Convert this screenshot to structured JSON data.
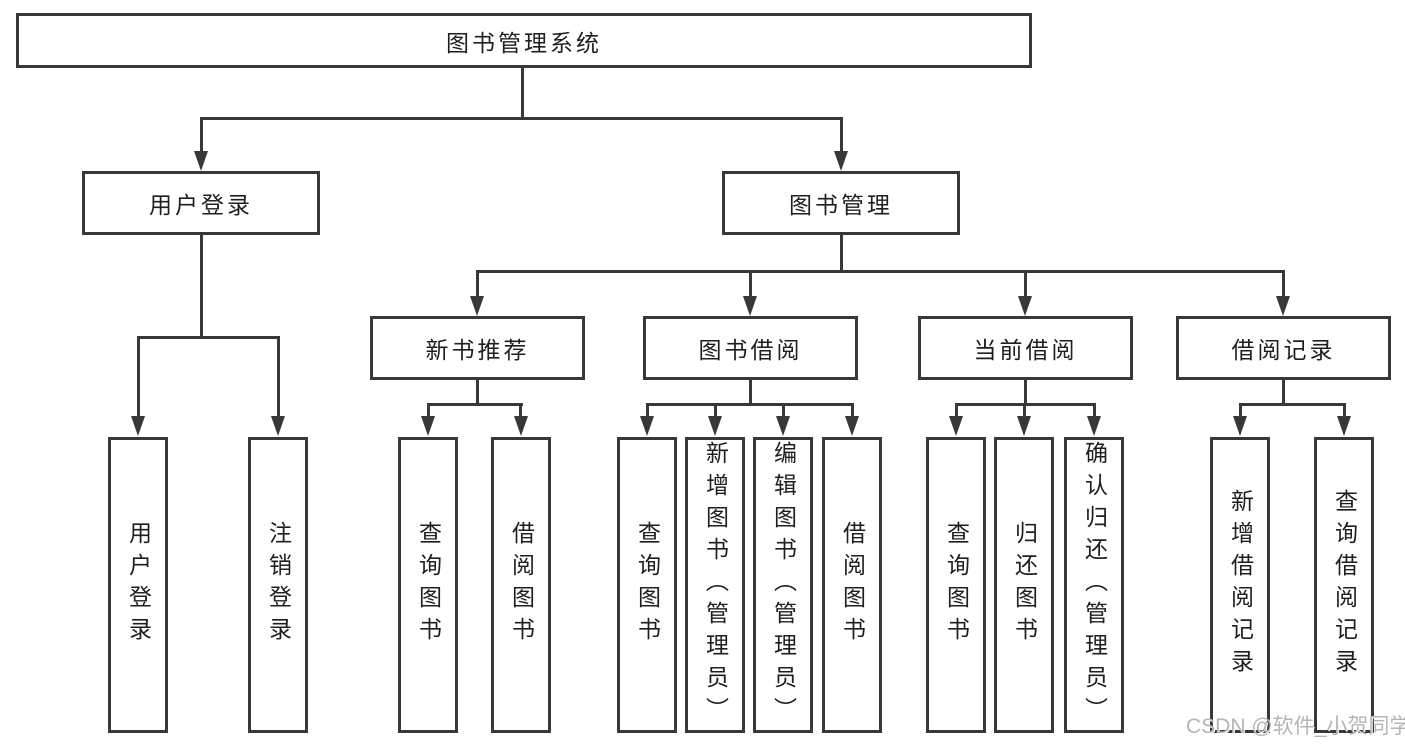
{
  "colors": {
    "line": "#383838",
    "text": "#1f1f1f",
    "box_background": "#ffffff",
    "page_background": "#ffffff",
    "watermark": "#b5b5b5"
  },
  "watermark": {
    "text": "CSDN @软件_小贺同学"
  },
  "diagram": {
    "root": {
      "label": "图书管理系统"
    },
    "level2": [
      {
        "label": "用户登录"
      },
      {
        "label": "图书管理"
      }
    ],
    "level3": [
      {
        "label": "新书推荐"
      },
      {
        "label": "图书借阅"
      },
      {
        "label": "当前借阅"
      },
      {
        "label": "借阅记录"
      }
    ],
    "leaves": [
      {
        "label": "用户登录"
      },
      {
        "label": "注销登录"
      },
      {
        "label": "查询图书"
      },
      {
        "label": "借阅图书"
      },
      {
        "label": "查询图书"
      },
      {
        "label": "新增图书（管理员）"
      },
      {
        "label": "编辑图书（管理员）"
      },
      {
        "label": "借阅图书"
      },
      {
        "label": "查询图书"
      },
      {
        "label": "归还图书"
      },
      {
        "label": "确认归还（管理员）"
      },
      {
        "label": "新增借阅记录"
      },
      {
        "label": "查询借阅记录"
      }
    ]
  }
}
